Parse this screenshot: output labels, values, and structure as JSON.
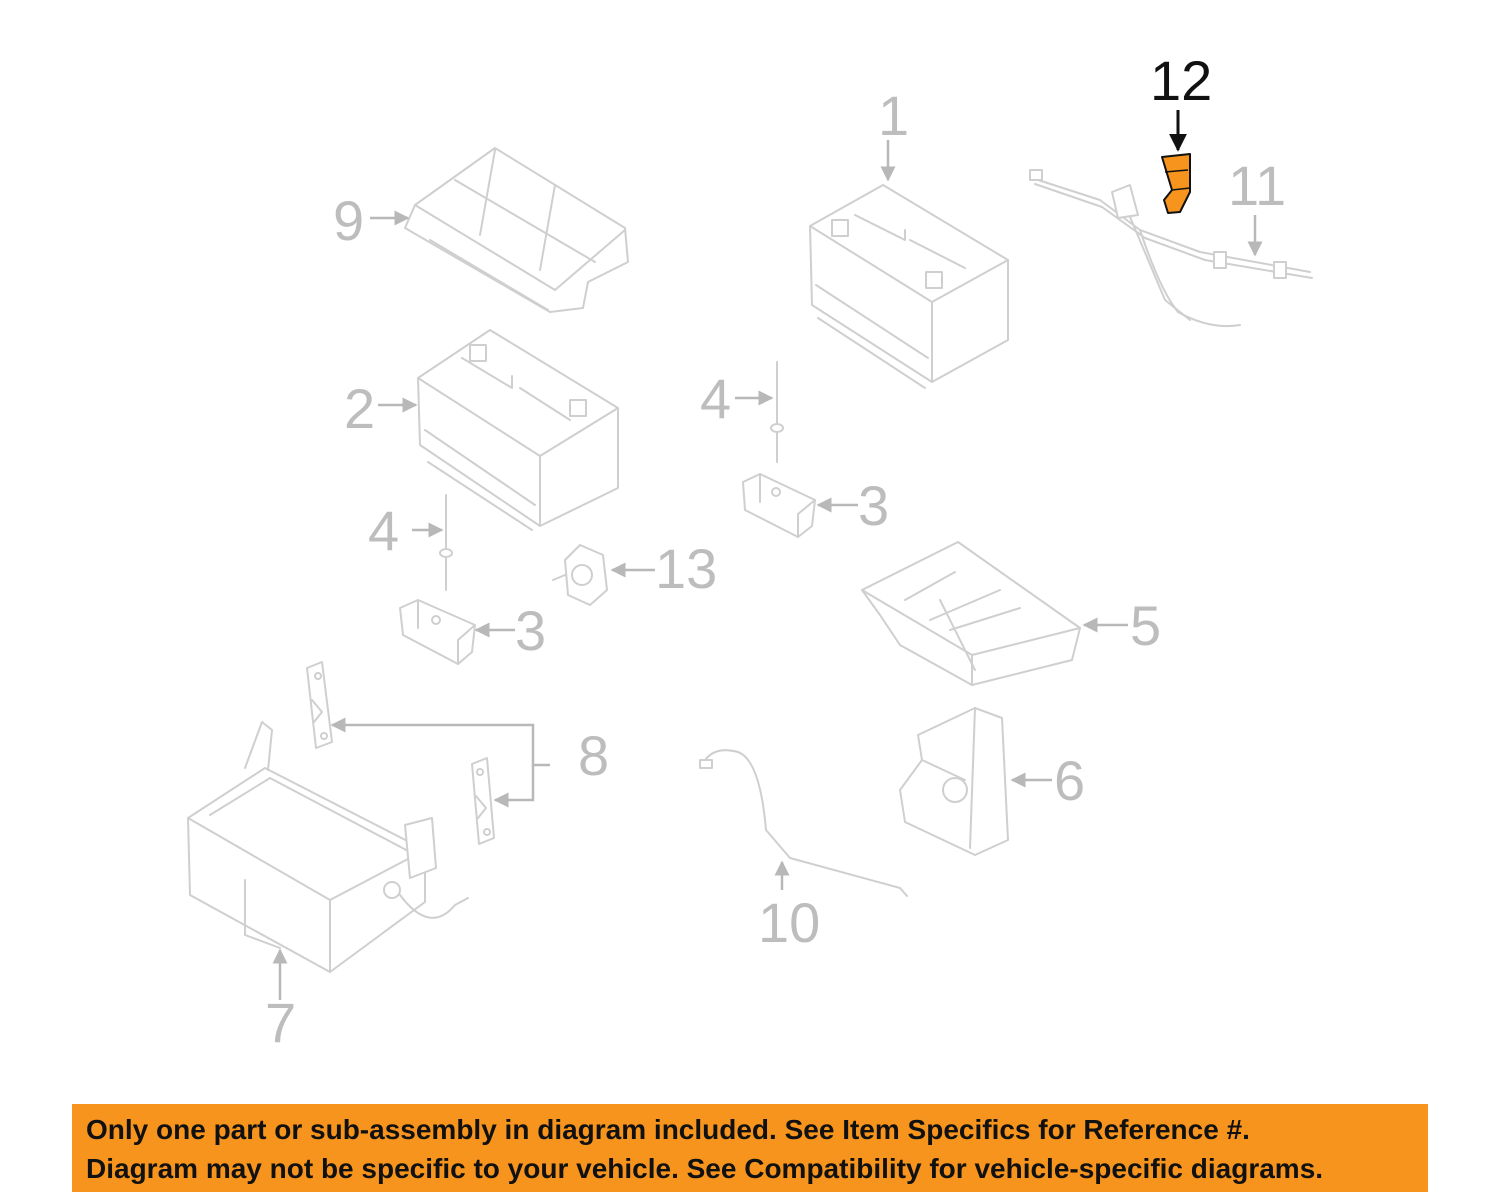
{
  "callouts": [
    {
      "label": "1"
    },
    {
      "label": "2"
    },
    {
      "label": "3"
    },
    {
      "label": "3"
    },
    {
      "label": "4"
    },
    {
      "label": "4"
    },
    {
      "label": "5"
    },
    {
      "label": "6"
    },
    {
      "label": "7"
    },
    {
      "label": "8"
    },
    {
      "label": "9"
    },
    {
      "label": "10"
    },
    {
      "label": "11"
    },
    {
      "label": "12"
    },
    {
      "label": "13"
    }
  ],
  "highlight_color": "#f7941d",
  "disclaimer": {
    "line1": "Only one part or sub-assembly in diagram included. See Item Specifics for Reference #.",
    "line2": "Diagram may not be specific to your vehicle. See Compatibility for vehicle-specific diagrams."
  }
}
